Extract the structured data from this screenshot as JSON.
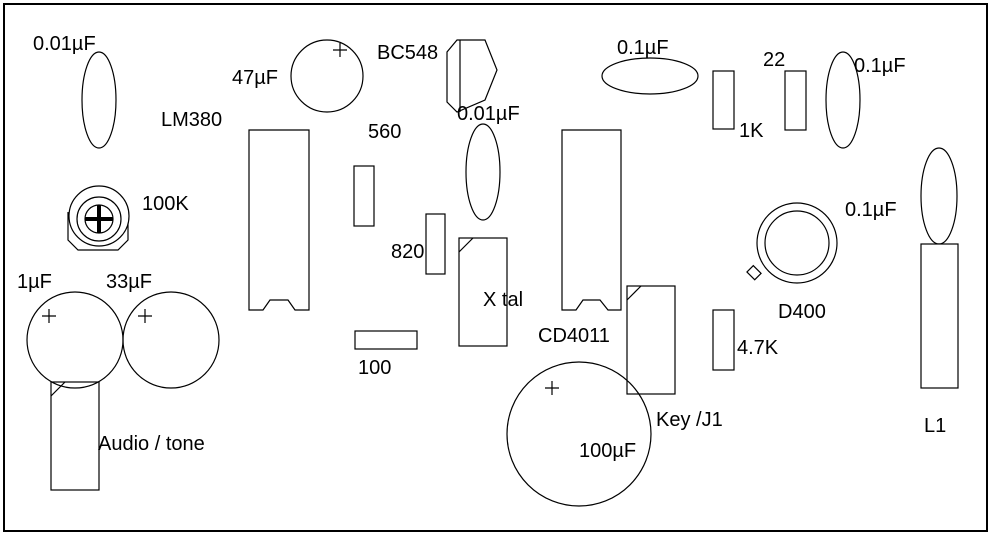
{
  "colors": {
    "ink": "#000000",
    "background": "#ffffff"
  },
  "labels": {
    "c_001_left": "0.01µF",
    "c_47": "47µF",
    "q_bc548": "BC548",
    "c_01_top": "0.1µF",
    "r_22": "22",
    "c_01_right": "0.1µF",
    "ic_lm380": "LM380",
    "r_560": "560",
    "c_001_mid": "0.01µF",
    "r_1k": "1K",
    "pot_100k": "100K",
    "c_01_l1": "0.1µF",
    "r_820": "820",
    "c_1": "1µF",
    "c_33": "33µF",
    "xtal": "X tal",
    "d400": "D400",
    "ic_cd4011": "CD4011",
    "r_47k": "4.7K",
    "r_100": "100",
    "audio_tone": "Audio / tone",
    "key_j1": "Key /J1",
    "c_100": "100µF",
    "l1": "L1"
  }
}
